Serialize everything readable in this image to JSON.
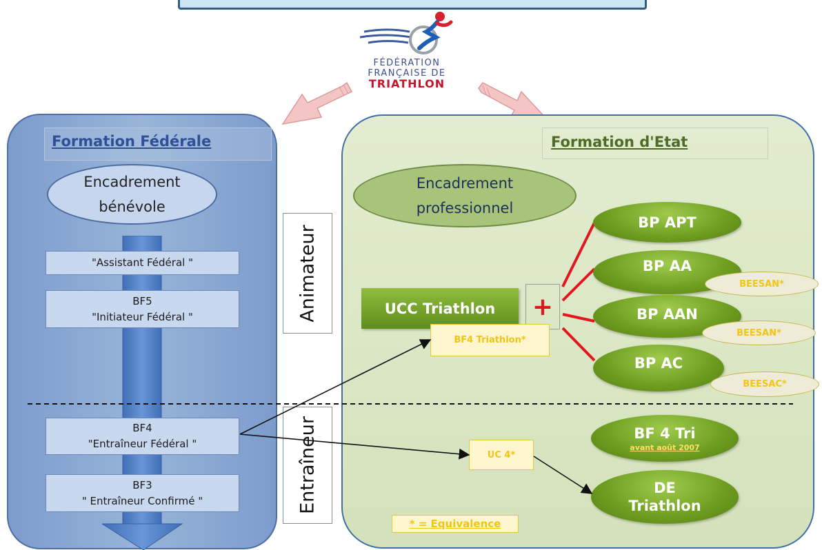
{
  "logo": {
    "line1": "FÉDÉRATION",
    "line2": "FRANÇAISE DE",
    "line3": "TRIATHLON"
  },
  "left": {
    "title": "Formation Fédérale",
    "ellipse_line1": "Encadrement",
    "ellipse_line2": "bénévole",
    "levels": [
      {
        "line1": "\"Assistant Fédéral \"",
        "line2": ""
      },
      {
        "line1": "BF5",
        "line2": "\"Initiateur Fédéral \""
      },
      {
        "line1": "BF4",
        "line2": "\"Entraîneur Fédéral \""
      },
      {
        "line1": "BF3",
        "line2": "\" Entraîneur Confirmé \""
      }
    ]
  },
  "side_labels": {
    "top": "Animateur",
    "bottom": "Entraîneur"
  },
  "right": {
    "title": "Formation d'Etat",
    "ellipse_line1": "Encadrement",
    "ellipse_line2": "professionnel",
    "ucc": "UCC Triathlon",
    "plus": "+",
    "bf4_tri": "BF4 Triathlon*",
    "uc4": "UC 4*",
    "bp": [
      "BP APT",
      "BP AA",
      "BP AAN",
      "BP AC"
    ],
    "badges": [
      "BEESAN*",
      "BEESAN*",
      "BEESAC*"
    ],
    "bf4_old_title": "BF 4 Tri",
    "bf4_old_sub": "avant août 2007",
    "de_line1": "DE",
    "de_line2": "Triathlon",
    "equivalence": "* = Equivalence"
  },
  "colors": {
    "left_panel": "#8faad3",
    "right_panel": "#d8e5c2",
    "green": "#6c9c1f",
    "red_line": "#e4161d",
    "arrow_pink": "#f3c5c5",
    "badge_text": "#f2c514"
  }
}
